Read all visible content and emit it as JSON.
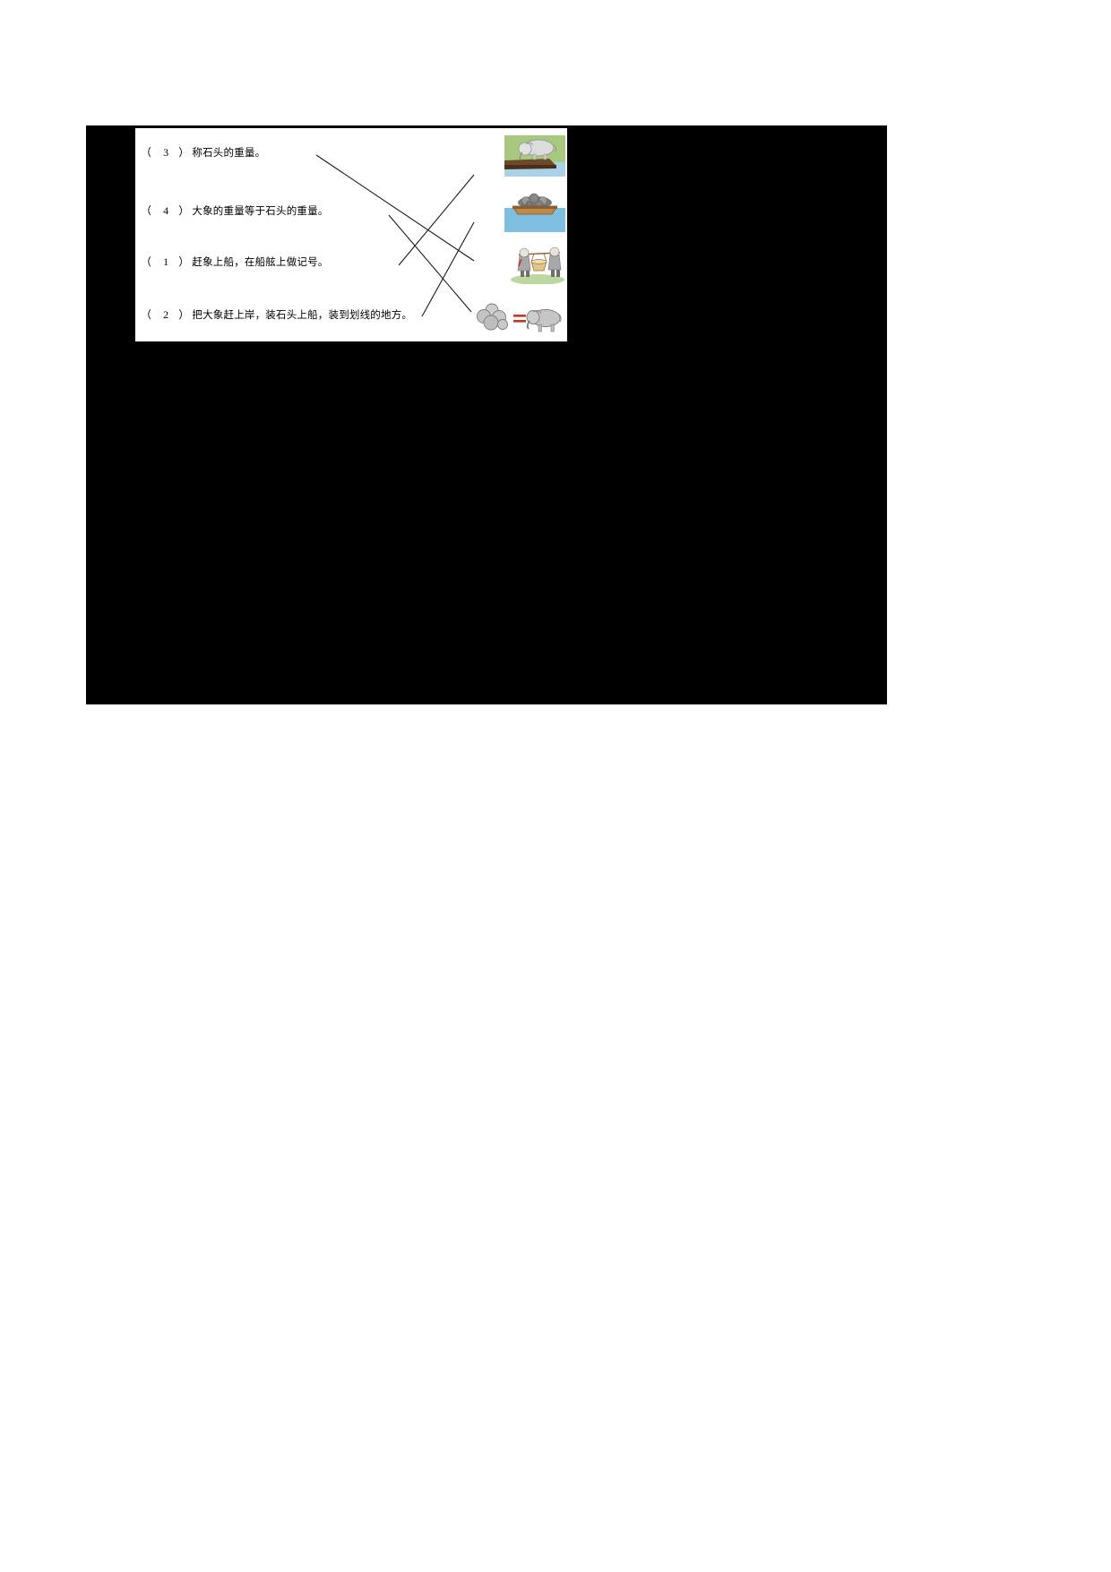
{
  "page": {
    "background_color": "#ffffff",
    "redacted_block_color": "#000000"
  },
  "exercise": {
    "card_background": "#ffffff",
    "items": [
      {
        "paren_open": "（",
        "order": "3",
        "paren_close": "）",
        "text": "称石头的重量。"
      },
      {
        "paren_open": "（",
        "order": "4",
        "paren_close": "）",
        "text": "大象的重量等于石头的重量。"
      },
      {
        "paren_open": "（",
        "order": "1",
        "paren_close": "）",
        "text": "赶象上船，在船舷上做记号。"
      },
      {
        "paren_open": "（",
        "order": "2",
        "paren_close": "）",
        "text": "把大象赶上岸，装石头上船，装到划线的地方。"
      }
    ],
    "pictures": [
      {
        "alt": "elephant-walking-onto-boat",
        "colors": {
          "grass": "#a8c67e",
          "water": "#9ec9e2",
          "hull": "#6b4a2a",
          "elephant": "#d9d9d9"
        }
      },
      {
        "alt": "boat-loaded-with-stones",
        "colors": {
          "water": "#7fc0e0",
          "hull": "#c08b4a",
          "stones": "#6b6b6b"
        }
      },
      {
        "alt": "two-men-carrying-basket",
        "colors": {
          "ground": "#bcd8a0",
          "robe": "#9a9a9a",
          "basket": "#d9b87a"
        }
      },
      {
        "alt": "stones-equal-elephant",
        "colors": {
          "stones": "#bdbdbd",
          "equals": "#cc3322",
          "elephant": "#b9b9b9"
        }
      }
    ],
    "connections": [
      {
        "from_item": 1,
        "to_picture": 3
      },
      {
        "from_item": 2,
        "to_picture": 4
      },
      {
        "from_item": 3,
        "to_picture": 1
      },
      {
        "from_item": 4,
        "to_picture": 2
      }
    ],
    "line_color": "#1a1a1a"
  }
}
